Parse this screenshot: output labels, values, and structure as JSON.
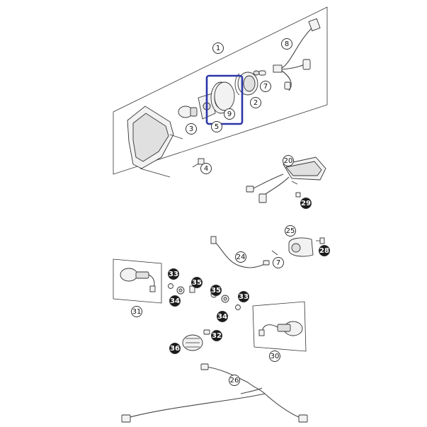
{
  "colors": {
    "highlight": "#2b35a8",
    "ink": "#333333",
    "dark_callout": "#1a1a1a"
  },
  "callouts": [
    {
      "id": "c1",
      "label": "1",
      "style": "light"
    },
    {
      "id": "c2",
      "label": "2",
      "style": "light"
    },
    {
      "id": "c3",
      "label": "3",
      "style": "light"
    },
    {
      "id": "c4",
      "label": "4",
      "style": "light"
    },
    {
      "id": "c5",
      "label": "5",
      "style": "light"
    },
    {
      "id": "c7a",
      "label": "7",
      "style": "light"
    },
    {
      "id": "c8",
      "label": "8",
      "style": "light"
    },
    {
      "id": "c9",
      "label": "9",
      "style": "light"
    },
    {
      "id": "c20",
      "label": "20",
      "style": "light"
    },
    {
      "id": "c29",
      "label": "29",
      "style": "dark"
    },
    {
      "id": "c25",
      "label": "25",
      "style": "light"
    },
    {
      "id": "c28",
      "label": "28",
      "style": "dark"
    },
    {
      "id": "c24",
      "label": "24",
      "style": "light"
    },
    {
      "id": "c7b",
      "label": "7",
      "style": "light"
    },
    {
      "id": "c31",
      "label": "31",
      "style": "light"
    },
    {
      "id": "c33a",
      "label": "33",
      "style": "dark"
    },
    {
      "id": "c34a",
      "label": "34",
      "style": "dark"
    },
    {
      "id": "c35a",
      "label": "35",
      "style": "dark"
    },
    {
      "id": "c35b",
      "label": "35",
      "style": "dark"
    },
    {
      "id": "c33b",
      "label": "33",
      "style": "dark"
    },
    {
      "id": "c34b",
      "label": "34",
      "style": "dark"
    },
    {
      "id": "c32",
      "label": "32",
      "style": "dark"
    },
    {
      "id": "c36",
      "label": "36",
      "style": "dark"
    },
    {
      "id": "c30",
      "label": "30",
      "style": "light"
    },
    {
      "id": "c26",
      "label": "26",
      "style": "light"
    }
  ]
}
